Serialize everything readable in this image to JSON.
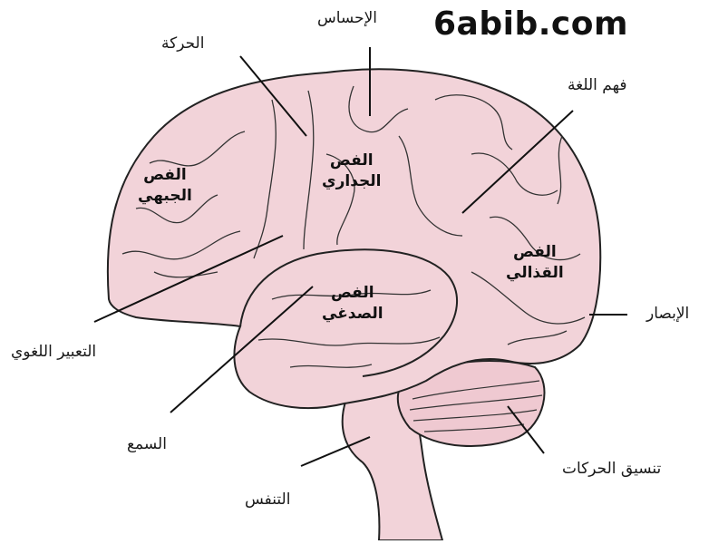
{
  "site": {
    "logo": "6abib.com"
  },
  "lobes": {
    "frontal": [
      "الفص",
      "الجبهي"
    ],
    "parietal": [
      "الفص",
      "الجداري"
    ],
    "temporal": [
      "الفص",
      "الصدغي"
    ],
    "occipital": [
      "الفص",
      "القذالي"
    ]
  },
  "functions": {
    "sensation": "الإحساس",
    "movement": "الحركة",
    "language_comprehension": "فهم اللغة",
    "vision": "الإبصار",
    "speech_expression": "التعبير اللغوي",
    "hearing": "السمع",
    "motor_coordination": "تنسيق الحركات",
    "breathing": "التنفس"
  },
  "colors": {
    "brain_fill": "#f2d3d9",
    "cerebellum_fill": "#efc9d1",
    "outline": "#222222",
    "lines": "#222222"
  }
}
